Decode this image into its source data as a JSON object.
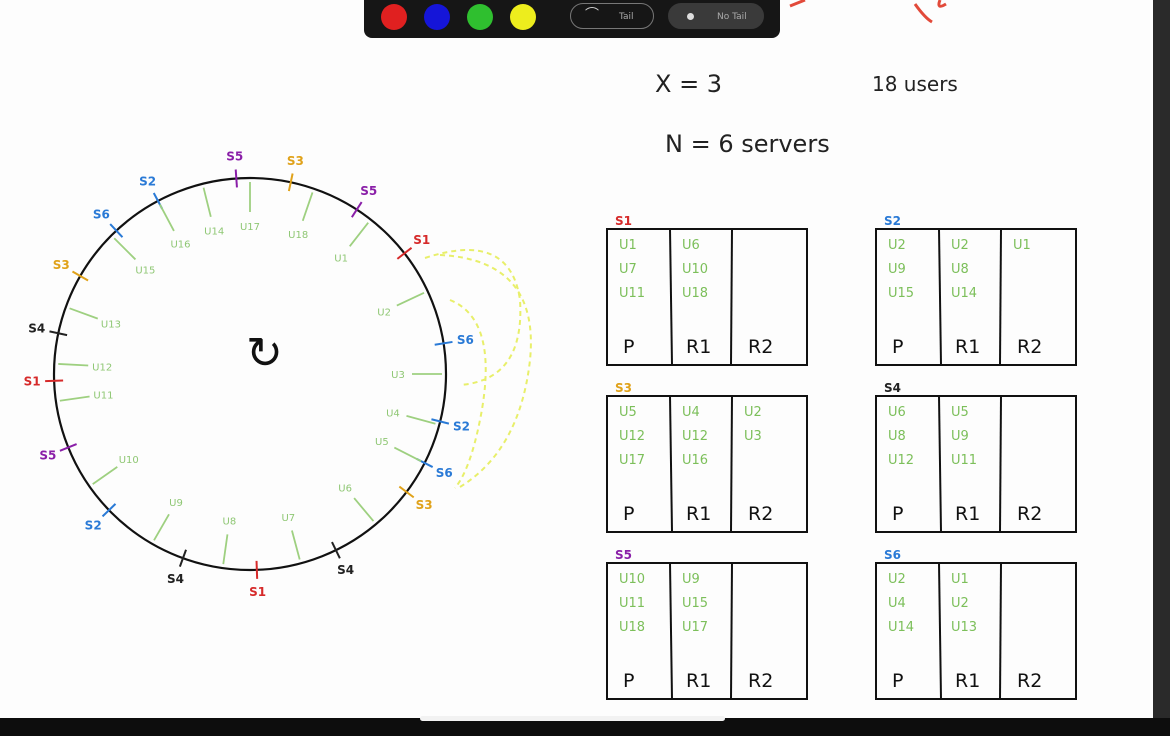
{
  "toolbar": {
    "colors": [
      "#e02020",
      "#1515d8",
      "#2fbf2f",
      "#eded1d"
    ],
    "tool1_label": "Tail",
    "tool2_label": "No Tail"
  },
  "notes": {
    "x_line": "X = 3",
    "n_line": "N = 6  servers",
    "users_line": "18 users"
  },
  "ring": {
    "arrow_glyph": "↻",
    "markers": [
      {
        "label": "S5",
        "angle": -94,
        "color": "#8a1fa8"
      },
      {
        "label": "S3",
        "angle": -78,
        "color": "#e0a21a"
      },
      {
        "label": "S5",
        "angle": -57,
        "color": "#8a1fa8"
      },
      {
        "label": "S1",
        "angle": -38,
        "color": "#d62a2a"
      },
      {
        "label": "S6",
        "angle": -9,
        "color": "#2a7ad6"
      },
      {
        "label": "S2",
        "angle": 14,
        "color": "#2a7ad6"
      },
      {
        "label": "S6",
        "angle": 27,
        "color": "#2a7ad6"
      },
      {
        "label": "S3",
        "angle": 37,
        "color": "#e0a21a"
      },
      {
        "label": "S4",
        "angle": 64,
        "color": "#222222"
      },
      {
        "label": "S1",
        "angle": 88,
        "color": "#d62a2a"
      },
      {
        "label": "S4",
        "angle": 110,
        "color": "#222222"
      },
      {
        "label": "S2",
        "angle": 136,
        "color": "#2a7ad6"
      },
      {
        "label": "S5",
        "angle": 158,
        "color": "#8a1fa8"
      },
      {
        "label": "S1",
        "angle": 178,
        "color": "#d62a2a"
      },
      {
        "label": "S4",
        "angle": -168,
        "color": "#222222"
      },
      {
        "label": "S3",
        "angle": -150,
        "color": "#e0a21a"
      },
      {
        "label": "S6",
        "angle": -133,
        "color": "#2a7ad6"
      },
      {
        "label": "S2",
        "angle": -118,
        "color": "#2a7ad6"
      }
    ],
    "users": [
      {
        "label": "U14",
        "angle": -104
      },
      {
        "label": "U17",
        "angle": -90
      },
      {
        "label": "U18",
        "angle": -71
      },
      {
        "label": "U1",
        "angle": -52
      },
      {
        "label": "U2",
        "angle": -25
      },
      {
        "label": "U3",
        "angle": 0
      },
      {
        "label": "U4",
        "angle": 15
      },
      {
        "label": "U5",
        "angle": 27
      },
      {
        "label": "U6",
        "angle": 50
      },
      {
        "label": "U7",
        "angle": 75
      },
      {
        "label": "U8",
        "angle": 98
      },
      {
        "label": "U9",
        "angle": 120
      },
      {
        "label": "U10",
        "angle": 145
      },
      {
        "label": "U11",
        "angle": 172
      },
      {
        "label": "U12",
        "angle": -177
      },
      {
        "label": "U13",
        "angle": -160
      },
      {
        "label": "U15",
        "angle": -135
      },
      {
        "label": "U16",
        "angle": -118
      }
    ]
  },
  "tables": [
    {
      "title": "S1",
      "title_color": "#d62a2a",
      "cols": [
        [
          "U1",
          "U7",
          "U11"
        ],
        [
          "U6",
          "U10",
          "U18"
        ],
        []
      ],
      "headers": [
        "P",
        "R1",
        "R2"
      ]
    },
    {
      "title": "S2",
      "title_color": "#2a7ad6",
      "cols": [
        [
          "U2",
          "U9",
          "U15"
        ],
        [
          "U2",
          "U8",
          "U14"
        ],
        [
          "U1"
        ]
      ],
      "headers": [
        "P",
        "R1",
        "R2"
      ]
    },
    {
      "title": "S3",
      "title_color": "#e0a21a",
      "cols": [
        [
          "U5",
          "U12",
          "U17"
        ],
        [
          "U4",
          "U12",
          "U16"
        ],
        [
          "U2",
          "U3"
        ]
      ],
      "headers": [
        "P",
        "R1",
        "R2"
      ]
    },
    {
      "title": "S4",
      "title_color": "#222222",
      "cols": [
        [
          "U6",
          "U8",
          "U12"
        ],
        [
          "U5",
          "U9",
          "U11"
        ],
        []
      ],
      "headers": [
        "P",
        "R1",
        "R2"
      ]
    },
    {
      "title": "S5",
      "title_color": "#8a1fa8",
      "cols": [
        [
          "U10",
          "U11",
          "U18"
        ],
        [
          "U9",
          "U15",
          "U17"
        ],
        []
      ],
      "headers": [
        "P",
        "R1",
        "R2"
      ]
    },
    {
      "title": "S6",
      "title_color": "#2a7ad6",
      "cols": [
        [
          "U2",
          "U4",
          "U14"
        ],
        [
          "U1",
          "U2",
          "U13"
        ],
        []
      ],
      "headers": [
        "P",
        "R1",
        "R2"
      ]
    }
  ]
}
